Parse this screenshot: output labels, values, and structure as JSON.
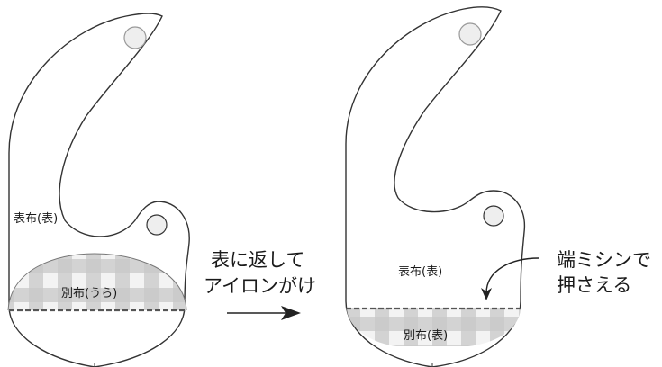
{
  "left_bib": {
    "outer_label": "表布(表)",
    "inner_label": "別布(うら)"
  },
  "step": {
    "line1": "表に返して",
    "line2": "アイロンがけ"
  },
  "right_bib": {
    "outer_label": "表布(表)",
    "inner_label": "別布(表)"
  },
  "note": {
    "line1": "端ミシンで",
    "line2": "押さえる"
  },
  "colors": {
    "outline": "#333333",
    "check_light": "#dcdcdc",
    "check_dark": "#a9a9a9",
    "stitch": "#555555",
    "snap": "#eeeeee"
  }
}
